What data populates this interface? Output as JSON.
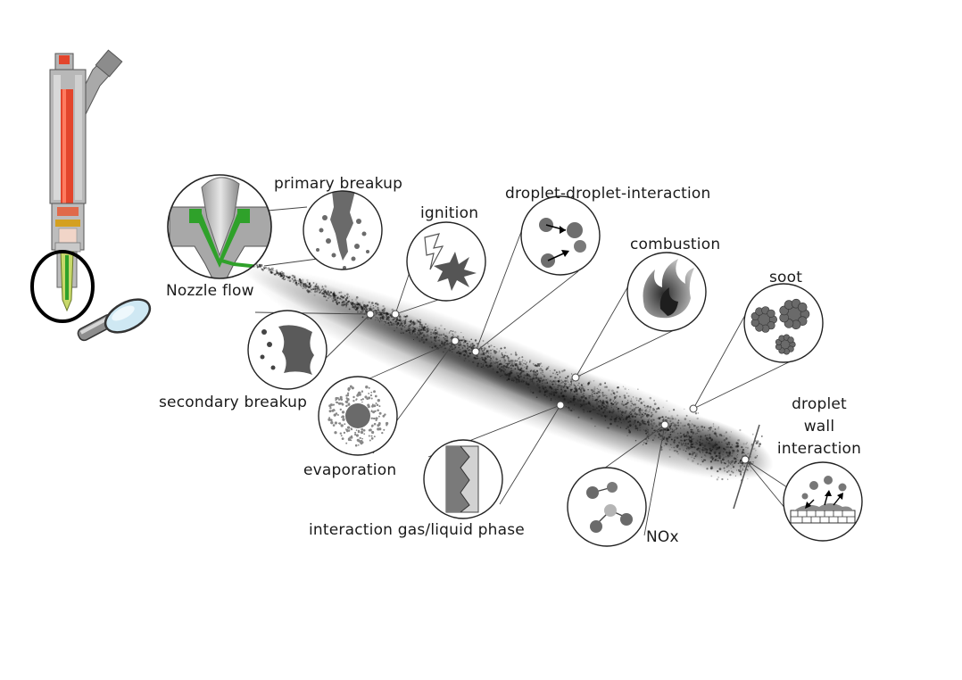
{
  "labels": {
    "nozzle_flow": "Nozzle flow",
    "primary_breakup": "primary breakup",
    "ignition": "ignition",
    "droplet_droplet_interaction": "droplet-droplet-interaction",
    "combustion": "combustion",
    "soot": "soot",
    "secondary_breakup": "secondary breakup",
    "evaporation": "evaporation",
    "interaction_gas_liquid": "interaction gas/liquid phase",
    "nox": "NOx",
    "droplet_wall_interaction": [
      "droplet",
      "wall",
      "interaction"
    ]
  },
  "colors": {
    "injector_red": "#e3452c",
    "nozzle_green": "#2fa12a",
    "nozzle_tip": "#c8d96a",
    "spray": "#1c1c1c",
    "icon_gray": "#6a6a6a",
    "outline": "#222222"
  },
  "icons": [
    "fuel-injector-icon",
    "magnifier-icon",
    "nozzle-cross-section-icon",
    "spray-plume"
  ]
}
